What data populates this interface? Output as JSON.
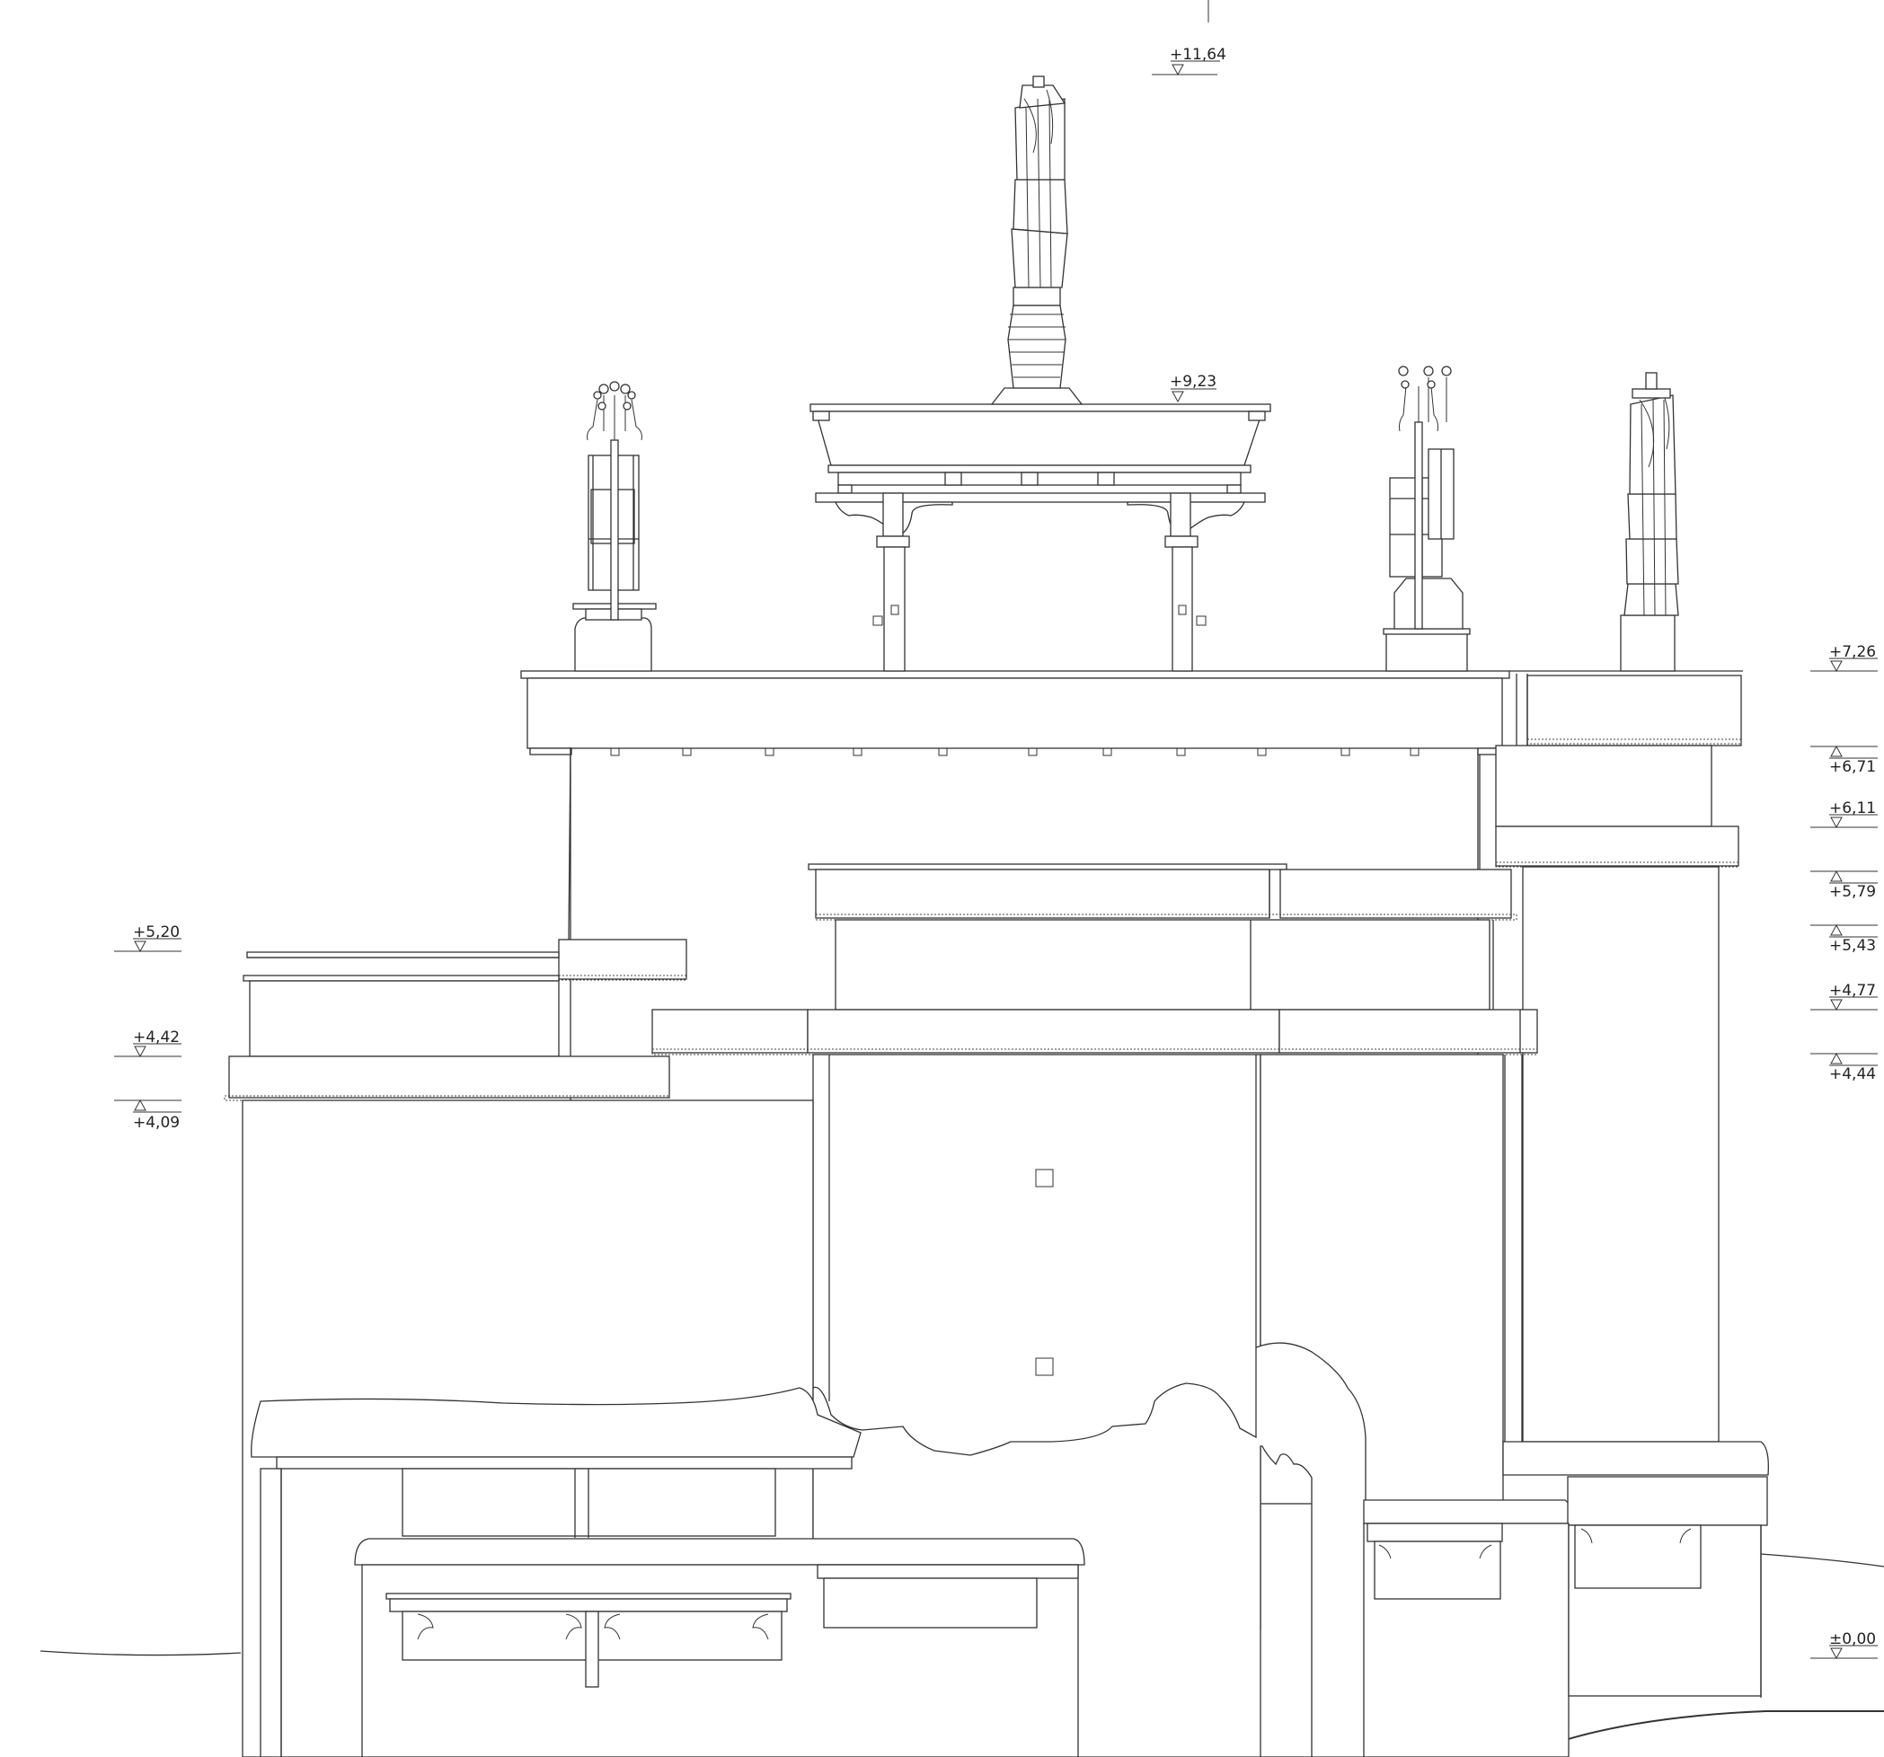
{
  "drawing": {
    "elevation_marks": [
      {
        "id": "top",
        "value": "+11,64"
      },
      {
        "id": "roof-pavilion",
        "value": "+9,23"
      },
      {
        "id": "roof-main",
        "value": "+7,26"
      },
      {
        "id": "roof-main-eave",
        "value": "+6,71"
      },
      {
        "id": "right-upper",
        "value": "+6,11"
      },
      {
        "id": "right-upper-eave",
        "value": "+5,79"
      },
      {
        "id": "mid-eave",
        "value": "+5,43"
      },
      {
        "id": "mid-roof",
        "value": "+4,77"
      },
      {
        "id": "mid-lower-eave",
        "value": "+4,44"
      },
      {
        "id": "left-roof",
        "value": "+5,20"
      },
      {
        "id": "left-mid",
        "value": "+4,42"
      },
      {
        "id": "left-eave",
        "value": "+4,09"
      },
      {
        "id": "ground",
        "value": "±0,00"
      }
    ]
  }
}
